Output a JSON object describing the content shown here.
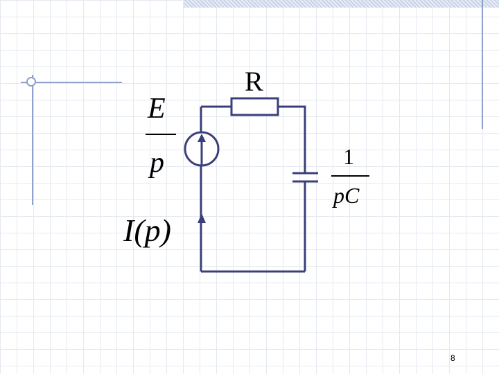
{
  "labels": {
    "resistor": "R",
    "source_num": "E",
    "source_den": "p",
    "capacitor_num": "1",
    "capacitor_den": "pC",
    "current": "I(p)"
  },
  "page_number": "8",
  "colors": {
    "wire": "#3a3f7a",
    "grid": "#e4e9f0",
    "accent_rule": "#8ea0cc"
  }
}
